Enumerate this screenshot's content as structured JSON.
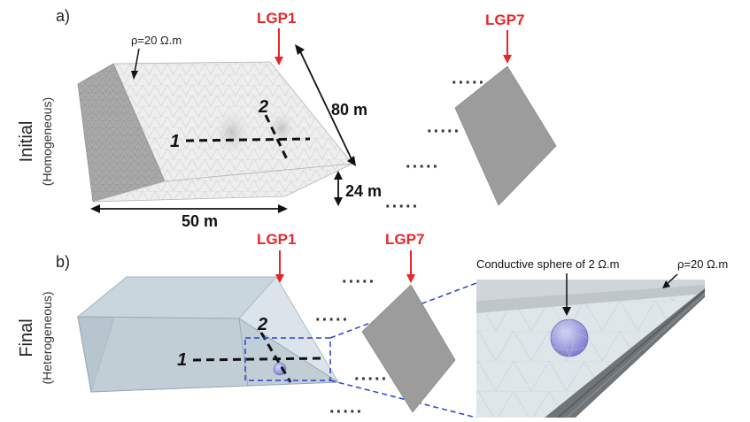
{
  "panel_a": {
    "letter": "a)",
    "row_label": "Initial",
    "row_sublabel": "(Homogeneous)",
    "resistivity": "ρ=20 Ω.m",
    "dim_length": "80 m",
    "dim_width": "50 m",
    "dim_depth": "24 m",
    "line1": "1",
    "line2": "2",
    "lgp_first": "LGP1",
    "lgp_last": "LGP7"
  },
  "panel_b": {
    "letter": "b)",
    "row_label": "Final",
    "row_sublabel": "(Heterogeneous)",
    "line1": "1",
    "line2": "2",
    "lgp_first": "LGP1",
    "lgp_last": "LGP7",
    "zoom_sphere_label": "Conductive sphere of 2 Ω.m",
    "zoom_resistivity": "ρ=20 Ω.m"
  },
  "colors": {
    "arrow_red": "#e8262a",
    "mesh_face": "#ededed",
    "mesh_side": "#a7a7a7",
    "slice_gray": "#9a9a9a",
    "het_top": "#d2dde6",
    "het_side": "#b4c4ce",
    "sphere": "#9c9ce0",
    "zoom_box": "#2a3fd0"
  }
}
